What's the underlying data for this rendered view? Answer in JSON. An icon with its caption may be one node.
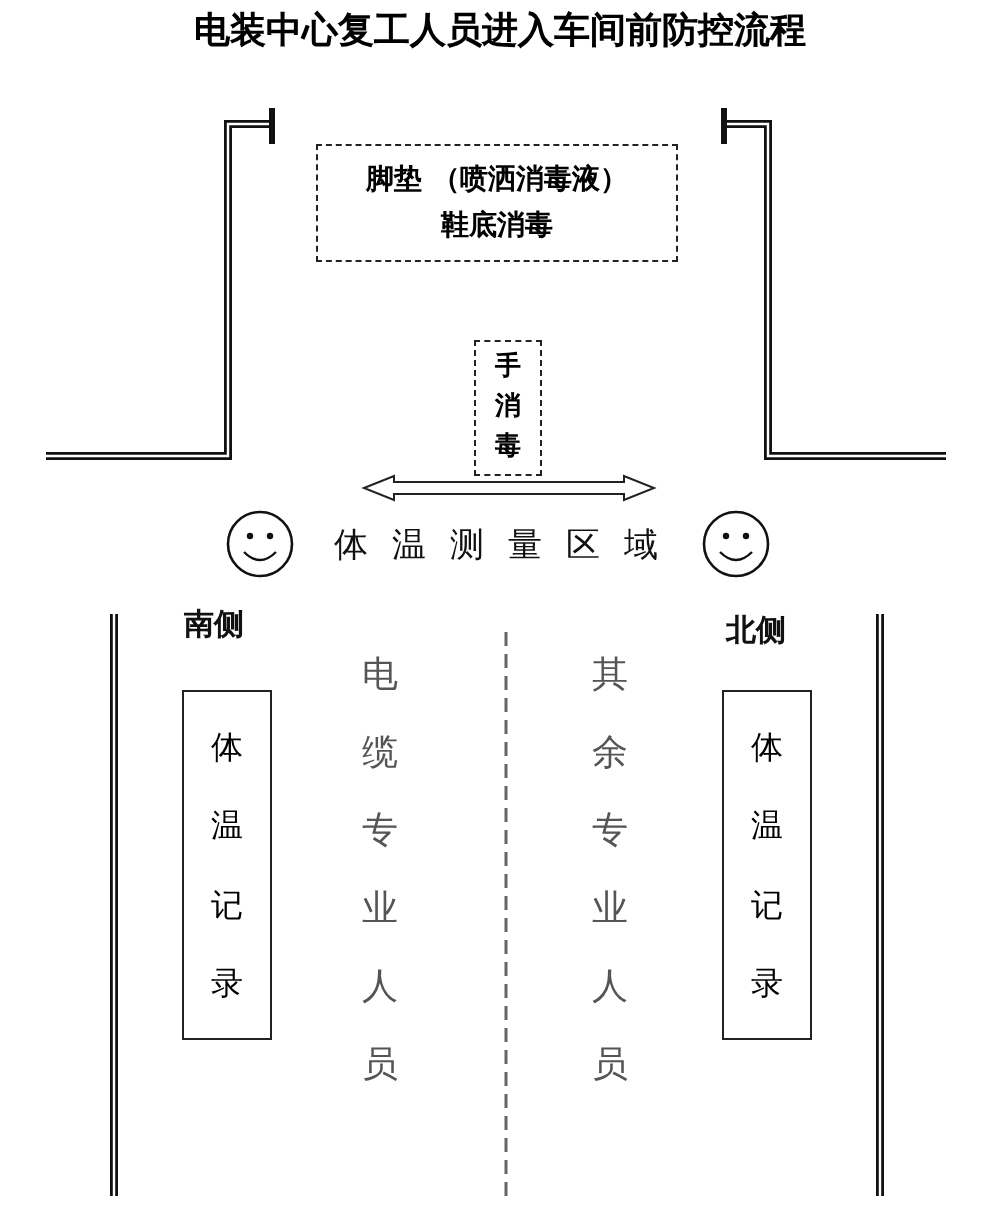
{
  "diagram": {
    "title": "电装中心复工人员进入车间前防控流程",
    "nodes": [
      {
        "text": [
          "脚垫 （喷洒消毒液）",
          "鞋底消毒"
        ]
      },
      {
        "text": [
          "手消毒"
        ]
      },
      {
        "text": [
          "体温记录"
        ]
      },
      {
        "text": [
          "体温记录"
        ]
      }
    ],
    "labels": [
      "体温测量区域",
      "南侧",
      "北侧",
      "电缆专业人员",
      "其余专业人员"
    ]
  }
}
